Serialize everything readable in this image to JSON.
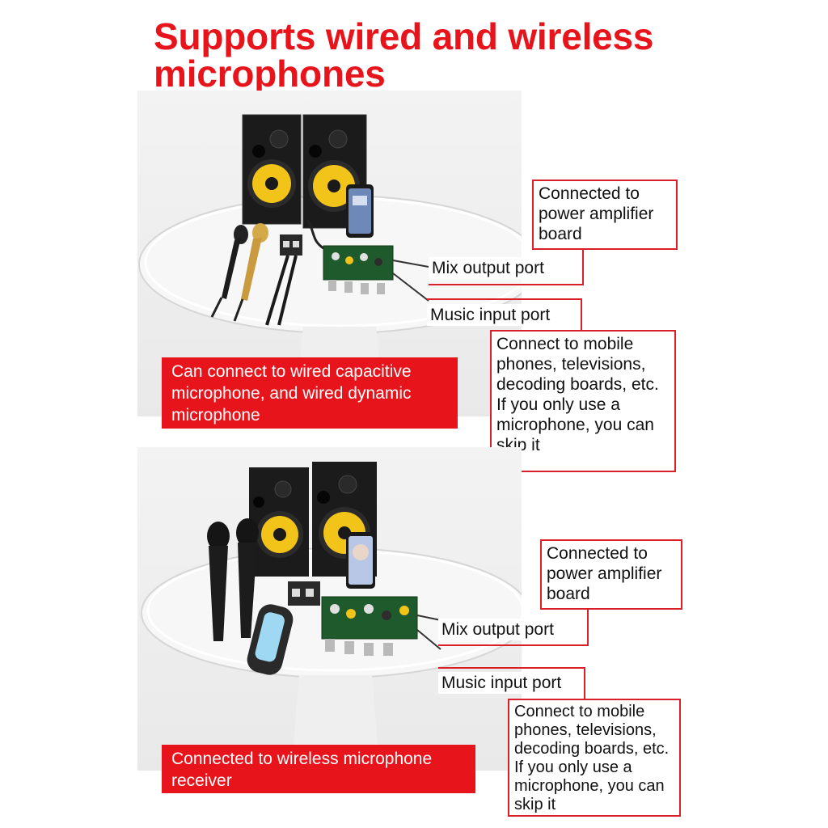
{
  "title": "Supports wired and wireless microphones",
  "panel1": {
    "amp_callout": "Connected to power amplifier board",
    "mix_output": "Mix output port",
    "music_input": "Music input port",
    "source_callout": "Connect to mobile phones, televisions, decoding boards, etc. If you only use a microphone, you can skip it",
    "banner": "Can connect to wired capacitive microphone, and wired dynamic microphone"
  },
  "panel2": {
    "amp_callout": "Connected to power amplifier board",
    "mix_output": "Mix output port",
    "music_input": "Music input port",
    "source_callout": "Connect to mobile phones, televisions, decoding boards, etc. If you only use a microphone, you can skip it",
    "banner": "Connected to wireless microphone receiver"
  },
  "colors": {
    "accent_red": "#e8141b",
    "callout_border": "#d92028",
    "woofer_yellow": "#f2c318",
    "board_green": "#1f5a2c"
  },
  "icons": [
    "speaker-icon",
    "microphone-icon",
    "smartphone-icon",
    "amplifier-board-icon",
    "wireless-receiver-icon"
  ]
}
